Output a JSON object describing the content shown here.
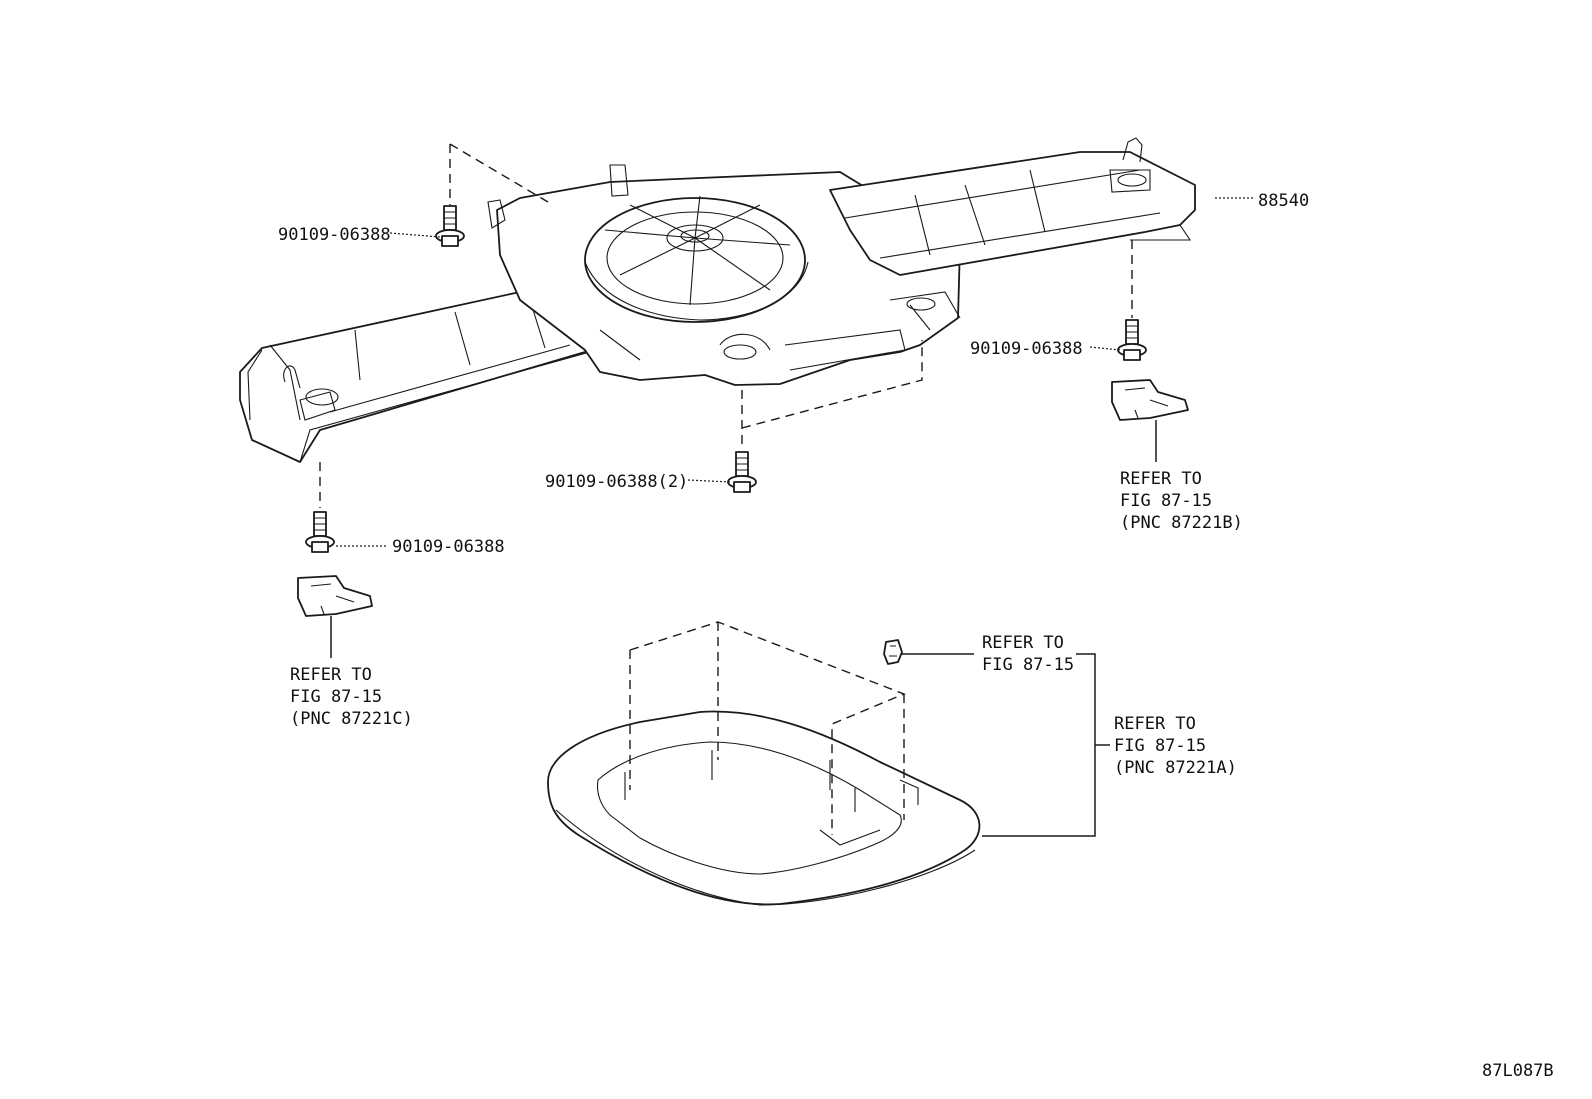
{
  "parts": {
    "duct_assembly": "88540",
    "bolt_top_left": "90109-06388",
    "bolt_right": "90109-06388",
    "bolt_center": "90109-06388(2)",
    "bolt_left": "90109-06388"
  },
  "refs": {
    "right_clip": [
      "REFER TO",
      "FIG 87-15",
      "(PNC 87221B)"
    ],
    "left_clip": [
      "REFER TO",
      "FIG 87-15",
      "(PNC 87221C)"
    ],
    "bezel_clip": [
      "REFER TO",
      "FIG 87-15"
    ],
    "bezel": [
      "REFER TO",
      "FIG 87-15",
      "(PNC 87221A)"
    ]
  },
  "figure_code": "87L087B"
}
